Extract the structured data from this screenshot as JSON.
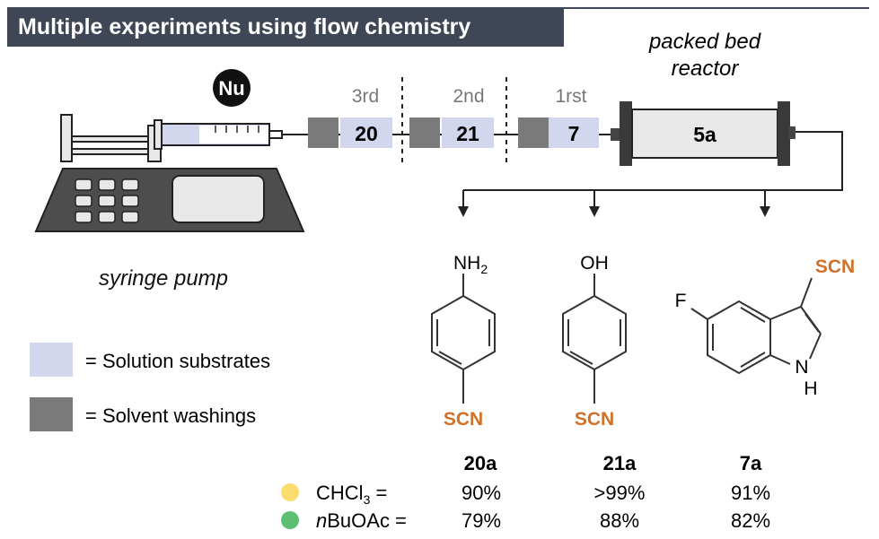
{
  "title": "Multiple experiments using flow chemistry",
  "pump": {
    "label": "syringe pump",
    "nucleophile": "Nu"
  },
  "reactor": {
    "label_line1": "packed bed",
    "label_line2": "reactor",
    "content": "5a"
  },
  "slugs": [
    {
      "order": "3rd",
      "compound": "20"
    },
    {
      "order": "2nd",
      "compound": "21"
    },
    {
      "order": "1rst",
      "compound": "7"
    }
  ],
  "legend": {
    "substrates": "= Solution substrates",
    "washings": "= Solvent washings"
  },
  "products": [
    {
      "id": "20a",
      "top_group": "NH",
      "top_sub": "2",
      "bottom_group": "SCN"
    },
    {
      "id": "21a",
      "top_group": "OH",
      "bottom_group": "SCN"
    },
    {
      "id": "7a",
      "f_label": "F",
      "nh_n": "N",
      "nh_h": "H",
      "scn": "SCN"
    }
  ],
  "yields": {
    "chcl3": {
      "label_pre": "CHCl",
      "label_sub": "3",
      "label_post": " =",
      "values": [
        "90%",
        ">99%",
        "91%"
      ]
    },
    "nbuoac": {
      "label_italic": "n",
      "label_rest": "BuOAc =",
      "values": [
        "79%",
        "88%",
        "82%"
      ]
    }
  },
  "colors": {
    "banner": "#3f4656",
    "substrate": "#d3d7ee",
    "washing": "#7a7a7a",
    "scn": "#d0712a",
    "chcl3_dot": "#fbdd6e",
    "nbuoac_dot": "#5cbf72",
    "pump_body": "#4d4d4d"
  }
}
